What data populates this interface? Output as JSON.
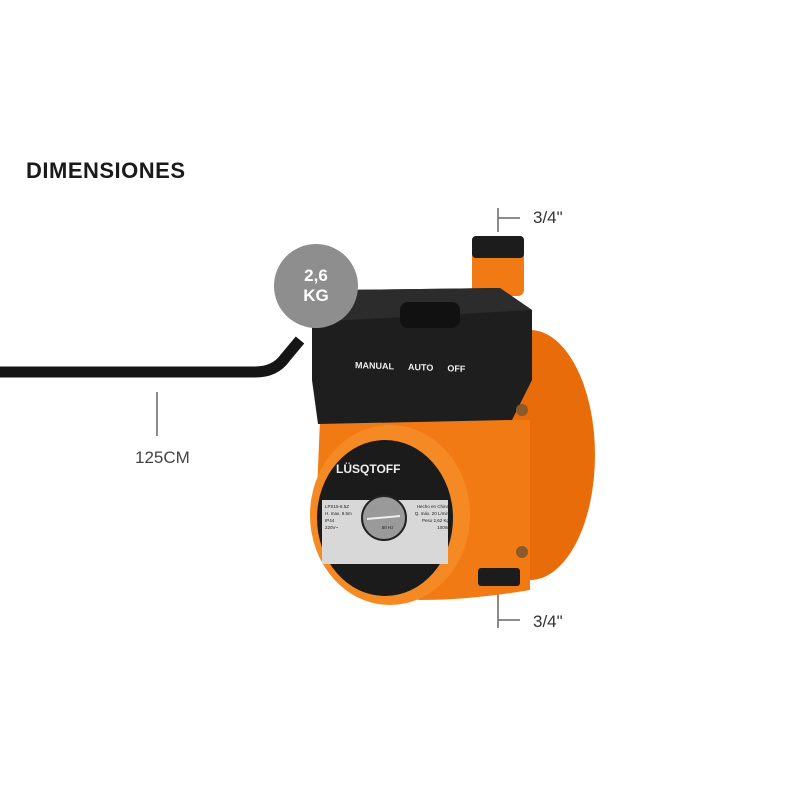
{
  "title": "DIMENSIONES",
  "dimensions": {
    "top_connection": "3/4\"",
    "bottom_connection": "3/4\"",
    "cable_length": "125CM",
    "weight_value": "2,6",
    "weight_unit": "KG"
  },
  "control_box": {
    "modes": [
      "MANUAL",
      "AUTO",
      "OFF"
    ]
  },
  "nameplate": {
    "brand": "LÜSQTOFF",
    "model": "LPS15-8.5Z",
    "origin": "Hecho en China",
    "hmax": "H. max. 8.5m",
    "qmax": "Q. máx. 20 L/min",
    "ip": "IP44",
    "weight": "Peso 2,62 Kg",
    "voltage": "220V~",
    "frequency": "50 Hz",
    "power": "100W"
  },
  "colors": {
    "pump_orange": "#f27a14",
    "housing_black": "#1e1e1e",
    "badge_gray": "#8e8e8e"
  }
}
